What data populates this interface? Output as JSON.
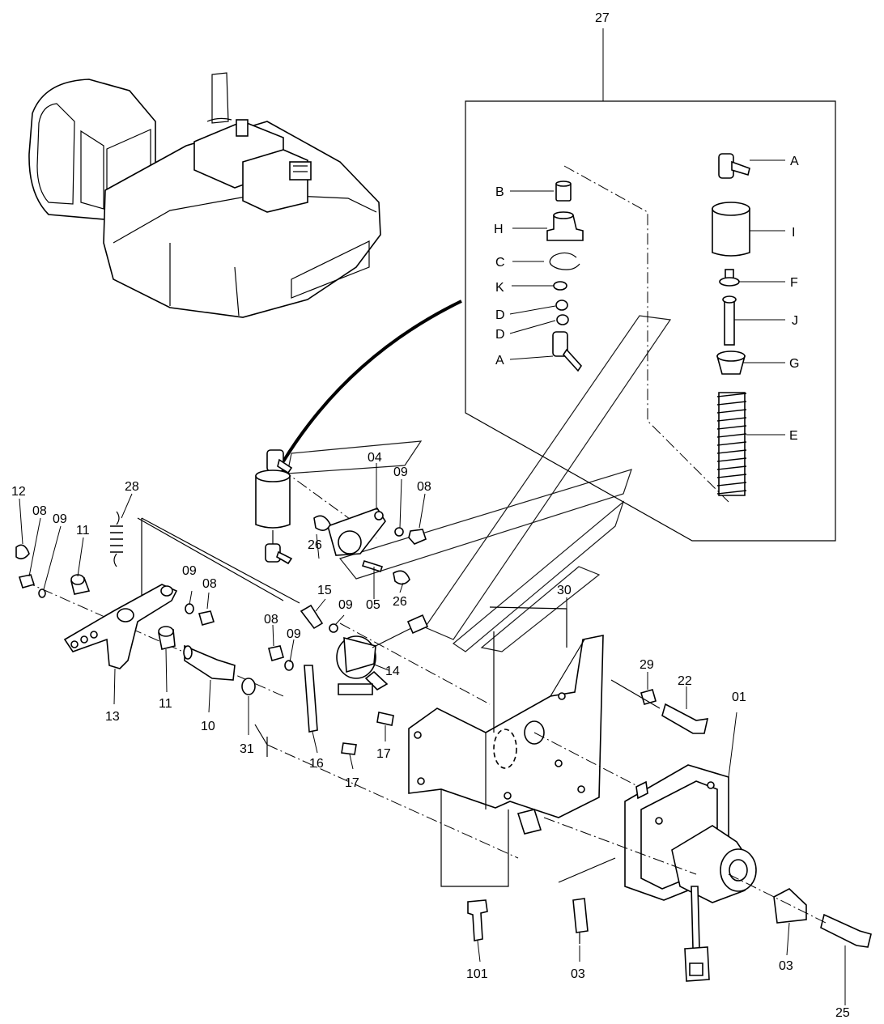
{
  "labels": {
    "l27": "27",
    "lA1": "A",
    "lB": "B",
    "lH": "H",
    "lC": "C",
    "lK": "K",
    "lD1": "D",
    "lD2": "D",
    "lA2": "A",
    "lI": "I",
    "lF": "F",
    "lJ": "J",
    "lG": "G",
    "lE": "E",
    "l04": "04",
    "l09a": "09",
    "l08a": "08",
    "l12": "12",
    "l08b": "08",
    "l09b": "09",
    "l11a": "11",
    "l28": "28",
    "l26a": "26",
    "l26b": "26",
    "l05": "05",
    "l09c": "09",
    "l08c": "08",
    "l15": "15",
    "l09d": "09",
    "l08d": "08",
    "l09e": "09",
    "l14": "14",
    "l13": "13",
    "l11b": "11",
    "l10": "10",
    "l31": "31",
    "l16": "16",
    "l17a": "17",
    "l17b": "17",
    "l30": "30",
    "l29": "29",
    "l22": "22",
    "l01": "01",
    "l101": "101",
    "l03a": "03",
    "l03b": "03",
    "l25": "25"
  }
}
